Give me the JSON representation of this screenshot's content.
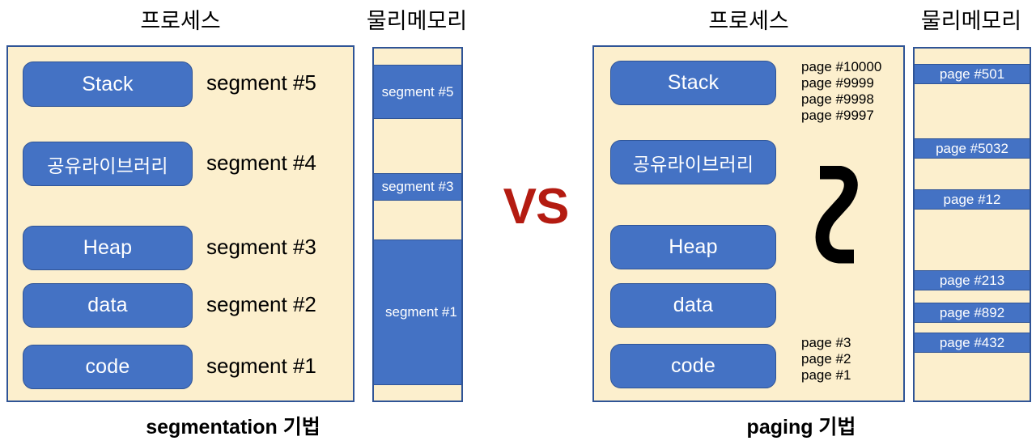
{
  "diagram": {
    "title_left_caption": "segmentation 기법",
    "title_right_caption": "paging 기법",
    "vs_label": "VS",
    "colors": {
      "panel_fill": "#FCEFCD",
      "panel_border": "#2F5496",
      "block_fill": "#4472C4",
      "vs_color": "#B41B11",
      "text_on_block": "#FFFFFF",
      "page_background": "#FFFFFF"
    }
  },
  "left": {
    "process_heading": "프로세스",
    "memory_heading": "물리메모리",
    "caption": "segmentation 기법",
    "segments": [
      {
        "name": "Stack",
        "label": "segment #5"
      },
      {
        "name": "공유라이브러리",
        "label": "segment #4"
      },
      {
        "name": "Heap",
        "label": "segment #3"
      },
      {
        "name": "data",
        "label": "segment #2"
      },
      {
        "name": "code",
        "label": "segment #1"
      }
    ],
    "physical_memory_blocks": [
      {
        "label": "",
        "filled": false
      },
      {
        "label": "segment #5",
        "filled": true
      },
      {
        "label": "",
        "filled": false
      },
      {
        "label": "segment #3",
        "filled": true
      },
      {
        "label": "",
        "filled": false
      },
      {
        "label": "segment #1",
        "filled": true
      },
      {
        "label": "",
        "filled": false
      }
    ]
  },
  "right": {
    "process_heading": "프로세스",
    "memory_heading": "물리메모리",
    "caption": "paging 기법",
    "segments": [
      {
        "name": "Stack"
      },
      {
        "name": "공유라이브러리"
      },
      {
        "name": "Heap"
      },
      {
        "name": "data"
      },
      {
        "name": "code"
      }
    ],
    "top_page_list": [
      "page #10000",
      "page #9999",
      "page #9998",
      "page #9997"
    ],
    "bottom_page_list": [
      "page #3",
      "page #2",
      "page #1"
    ],
    "ellipsis_glyph": "squiggle-s-curve",
    "physical_memory_blocks": [
      {
        "label": "",
        "filled": false
      },
      {
        "label": "page #501",
        "filled": true
      },
      {
        "label": "",
        "filled": false
      },
      {
        "label": "page #5032",
        "filled": true
      },
      {
        "label": "",
        "filled": false
      },
      {
        "label": "page #12",
        "filled": true
      },
      {
        "label": "",
        "filled": false
      },
      {
        "label": "page #213",
        "filled": true
      },
      {
        "label": "",
        "filled": false
      },
      {
        "label": "page #892",
        "filled": true
      },
      {
        "label": "",
        "filled": false
      },
      {
        "label": "page #432",
        "filled": true
      },
      {
        "label": "",
        "filled": false
      }
    ]
  }
}
